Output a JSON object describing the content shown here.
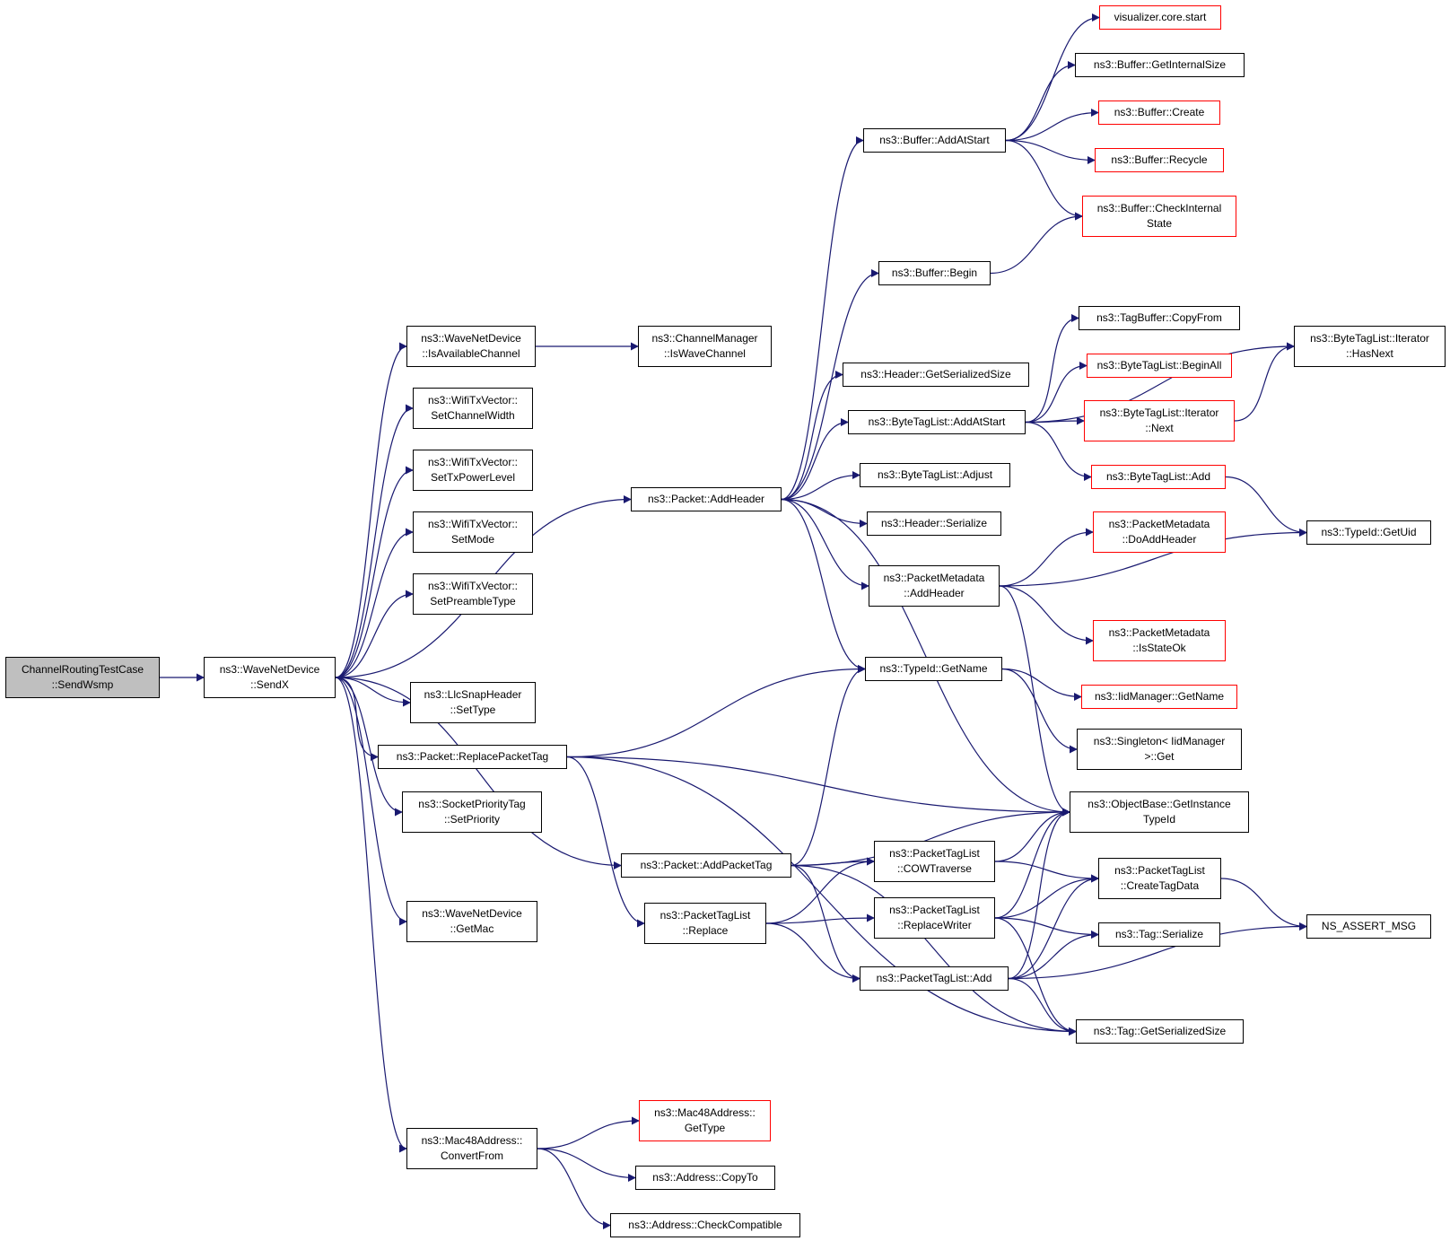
{
  "colors": {
    "edge": "#191970",
    "border": "#000000",
    "incomplete_border": "#ff0000",
    "root_fill": "#bfbfbf"
  },
  "nodes": [
    {
      "id": "sendwsmp",
      "label": "ChannelRoutingTestCase\n::SendWsmp",
      "style": "root"
    },
    {
      "id": "sendx",
      "label": "ns3::WaveNetDevice\n::SendX",
      "style": "normal"
    },
    {
      "id": "isavail",
      "label": "ns3::WaveNetDevice\n::IsAvailableChannel",
      "style": "normal"
    },
    {
      "id": "iswave",
      "label": "ns3::ChannelManager\n::IsWaveChannel",
      "style": "normal"
    },
    {
      "id": "setchw",
      "label": "ns3::WifiTxVector::\nSetChannelWidth",
      "style": "normal"
    },
    {
      "id": "settxp",
      "label": "ns3::WifiTxVector::\nSetTxPowerLevel",
      "style": "normal"
    },
    {
      "id": "setmode",
      "label": "ns3::WifiTxVector::\nSetMode",
      "style": "normal"
    },
    {
      "id": "setpre",
      "label": "ns3::WifiTxVector::\nSetPreambleType",
      "style": "normal"
    },
    {
      "id": "llcset",
      "label": "ns3::LlcSnapHeader\n::SetType",
      "style": "normal"
    },
    {
      "id": "replpt",
      "label": "ns3::Packet::ReplacePacketTag",
      "style": "normal"
    },
    {
      "id": "sockprio",
      "label": "ns3::SocketPriorityTag\n::SetPriority",
      "style": "normal"
    },
    {
      "id": "getmac",
      "label": "ns3::WaveNetDevice\n::GetMac",
      "style": "normal"
    },
    {
      "id": "convfrom",
      "label": "ns3::Mac48Address::\nConvertFrom",
      "style": "normal"
    },
    {
      "id": "m48type",
      "label": "ns3::Mac48Address::\nGetType",
      "style": "red"
    },
    {
      "id": "copyto",
      "label": "ns3::Address::CopyTo",
      "style": "normal"
    },
    {
      "id": "checkcompat",
      "label": "ns3::Address::CheckCompatible",
      "style": "normal"
    },
    {
      "id": "addhdr",
      "label": "ns3::Packet::AddHeader",
      "style": "normal"
    },
    {
      "id": "addpt",
      "label": "ns3::Packet::AddPacketTag",
      "style": "normal"
    },
    {
      "id": "ptlreplace",
      "label": "ns3::PacketTagList\n::Replace",
      "style": "normal"
    },
    {
      "id": "bufaddstart",
      "label": "ns3::Buffer::AddAtStart",
      "style": "normal"
    },
    {
      "id": "bufbegin",
      "label": "ns3::Buffer::Begin",
      "style": "normal"
    },
    {
      "id": "hdrgetsize",
      "label": "ns3::Header::GetSerializedSize",
      "style": "normal"
    },
    {
      "id": "btladdstart",
      "label": "ns3::ByteTagList::AddAtStart",
      "style": "normal"
    },
    {
      "id": "btladjust",
      "label": "ns3::ByteTagList::Adjust",
      "style": "normal"
    },
    {
      "id": "hdrser",
      "label": "ns3::Header::Serialize",
      "style": "normal"
    },
    {
      "id": "pmaddhdr",
      "label": "ns3::PacketMetadata\n::AddHeader",
      "style": "normal"
    },
    {
      "id": "tidname",
      "label": "ns3::TypeId::GetName",
      "style": "normal"
    },
    {
      "id": "ptlcow",
      "label": "ns3::PacketTagList\n::COWTraverse",
      "style": "normal"
    },
    {
      "id": "ptlrepw",
      "label": "ns3::PacketTagList\n::ReplaceWriter",
      "style": "normal"
    },
    {
      "id": "ptladd",
      "label": "ns3::PacketTagList::Add",
      "style": "normal"
    },
    {
      "id": "vizstart",
      "label": "visualizer.core.start",
      "style": "red"
    },
    {
      "id": "bufgetint",
      "label": "ns3::Buffer::GetInternalSize",
      "style": "normal"
    },
    {
      "id": "bufcreate",
      "label": "ns3::Buffer::Create",
      "style": "red"
    },
    {
      "id": "bufrecycle",
      "label": "ns3::Buffer::Recycle",
      "style": "red"
    },
    {
      "id": "bufcheck",
      "label": "ns3::Buffer::CheckInternal\nState",
      "style": "red"
    },
    {
      "id": "tbcopy",
      "label": "ns3::TagBuffer::CopyFrom",
      "style": "normal"
    },
    {
      "id": "btlbeginall",
      "label": "ns3::ByteTagList::BeginAll",
      "style": "red"
    },
    {
      "id": "btlitnext",
      "label": "ns3::ByteTagList::Iterator\n::Next",
      "style": "red"
    },
    {
      "id": "btladd",
      "label": "ns3::ByteTagList::Add",
      "style": "red"
    },
    {
      "id": "pmdoadd",
      "label": "ns3::PacketMetadata\n::DoAddHeader",
      "style": "red"
    },
    {
      "id": "pmstate",
      "label": "ns3::PacketMetadata\n::IsStateOk",
      "style": "red"
    },
    {
      "id": "iidgetname",
      "label": "ns3::IidManager::GetName",
      "style": "red"
    },
    {
      "id": "singleton",
      "label": "ns3::Singleton< IidManager\n>::Get",
      "style": "normal"
    },
    {
      "id": "objgetinst",
      "label": "ns3::ObjectBase::GetInstance\nTypeId",
      "style": "normal"
    },
    {
      "id": "ptlcreate",
      "label": "ns3::PacketTagList\n::CreateTagData",
      "style": "normal"
    },
    {
      "id": "tagser",
      "label": "ns3::Tag::Serialize",
      "style": "normal"
    },
    {
      "id": "taggetsize",
      "label": "ns3::Tag::GetSerializedSize",
      "style": "normal"
    },
    {
      "id": "btlithasnext",
      "label": "ns3::ByteTagList::Iterator\n::HasNext",
      "style": "normal"
    },
    {
      "id": "tidgetuid",
      "label": "ns3::TypeId::GetUid",
      "style": "normal"
    },
    {
      "id": "nsassert",
      "label": "NS_ASSERT_MSG",
      "style": "normal"
    }
  ],
  "edges": [
    [
      "sendwsmp",
      "sendx"
    ],
    [
      "sendx",
      "isavail"
    ],
    [
      "sendx",
      "setchw"
    ],
    [
      "sendx",
      "settxp"
    ],
    [
      "sendx",
      "setmode"
    ],
    [
      "sendx",
      "setpre"
    ],
    [
      "sendx",
      "addhdr"
    ],
    [
      "sendx",
      "llcset"
    ],
    [
      "sendx",
      "replpt"
    ],
    [
      "sendx",
      "sockprio"
    ],
    [
      "sendx",
      "addpt"
    ],
    [
      "sendx",
      "getmac"
    ],
    [
      "sendx",
      "convfrom"
    ],
    [
      "isavail",
      "iswave"
    ],
    [
      "convfrom",
      "m48type"
    ],
    [
      "convfrom",
      "copyto"
    ],
    [
      "convfrom",
      "checkcompat"
    ],
    [
      "addhdr",
      "bufaddstart"
    ],
    [
      "addhdr",
      "bufbegin"
    ],
    [
      "addhdr",
      "hdrgetsize"
    ],
    [
      "addhdr",
      "btladdstart"
    ],
    [
      "addhdr",
      "btladjust"
    ],
    [
      "addhdr",
      "hdrser"
    ],
    [
      "addhdr",
      "pmaddhdr"
    ],
    [
      "addhdr",
      "tidname"
    ],
    [
      "addhdr",
      "objgetinst"
    ],
    [
      "bufaddstart",
      "vizstart"
    ],
    [
      "bufaddstart",
      "bufgetint"
    ],
    [
      "bufaddstart",
      "bufcreate"
    ],
    [
      "bufaddstart",
      "bufrecycle"
    ],
    [
      "bufaddstart",
      "bufcheck"
    ],
    [
      "bufbegin",
      "bufcheck"
    ],
    [
      "btladdstart",
      "tbcopy"
    ],
    [
      "btladdstart",
      "btlbeginall"
    ],
    [
      "btladdstart",
      "btlitnext"
    ],
    [
      "btladdstart",
      "btladd"
    ],
    [
      "btladdstart",
      "btlithasnext"
    ],
    [
      "btlitnext",
      "btlithasnext"
    ],
    [
      "btladd",
      "tidgetuid"
    ],
    [
      "pmaddhdr",
      "pmdoadd"
    ],
    [
      "pmaddhdr",
      "tidgetuid"
    ],
    [
      "pmaddhdr",
      "pmstate"
    ],
    [
      "pmaddhdr",
      "objgetinst"
    ],
    [
      "tidname",
      "iidgetname"
    ],
    [
      "tidname",
      "singleton"
    ],
    [
      "replpt",
      "tidname"
    ],
    [
      "replpt",
      "objgetinst"
    ],
    [
      "replpt",
      "ptlreplace"
    ],
    [
      "replpt",
      "taggetsize"
    ],
    [
      "addpt",
      "tidname"
    ],
    [
      "addpt",
      "objgetinst"
    ],
    [
      "addpt",
      "ptlcow"
    ],
    [
      "addpt",
      "ptladd"
    ],
    [
      "addpt",
      "taggetsize"
    ],
    [
      "ptlreplace",
      "ptlcow"
    ],
    [
      "ptlreplace",
      "ptlrepw"
    ],
    [
      "ptlreplace",
      "ptladd"
    ],
    [
      "ptlcow",
      "objgetinst"
    ],
    [
      "ptlcow",
      "ptlcreate"
    ],
    [
      "ptlrepw",
      "objgetinst"
    ],
    [
      "ptlrepw",
      "ptlcreate"
    ],
    [
      "ptlrepw",
      "tagser"
    ],
    [
      "ptlrepw",
      "taggetsize"
    ],
    [
      "ptladd",
      "objgetinst"
    ],
    [
      "ptladd",
      "ptlcreate"
    ],
    [
      "ptladd",
      "tagser"
    ],
    [
      "ptladd",
      "taggetsize"
    ],
    [
      "ptladd",
      "nsassert"
    ],
    [
      "ptlcreate",
      "nsassert"
    ]
  ]
}
